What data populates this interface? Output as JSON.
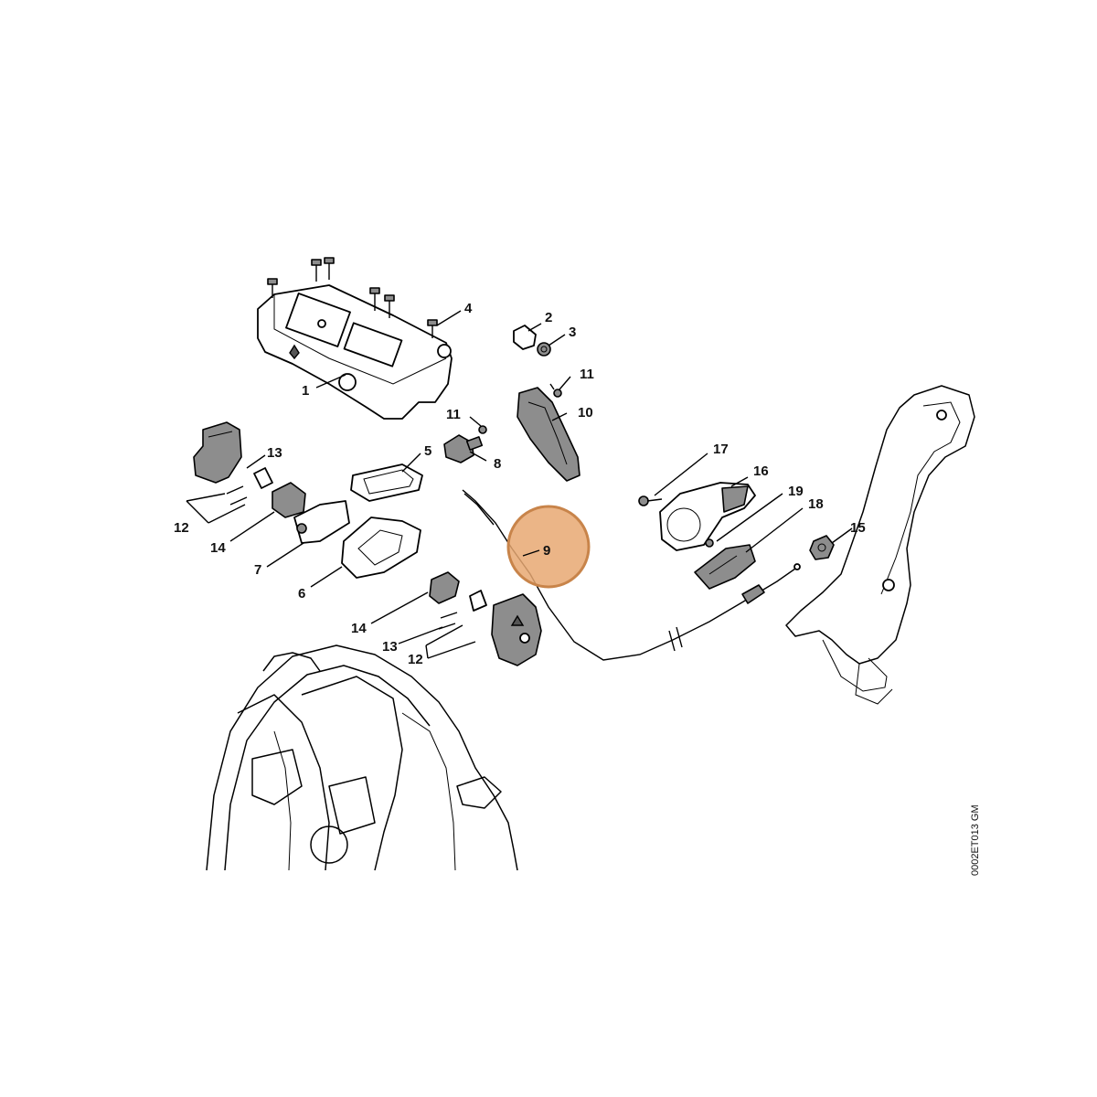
{
  "diagram_ref": "0002ET013 GM",
  "highlight": {
    "label": "9",
    "color": "#e8a872",
    "border_color": "#c8844a"
  },
  "callouts": [
    {
      "id": "c1",
      "text": "1"
    },
    {
      "id": "c2",
      "text": "2"
    },
    {
      "id": "c3",
      "text": "3"
    },
    {
      "id": "c4",
      "text": "4"
    },
    {
      "id": "c5",
      "text": "5"
    },
    {
      "id": "c6",
      "text": "6"
    },
    {
      "id": "c7",
      "text": "7"
    },
    {
      "id": "c8",
      "text": "8"
    },
    {
      "id": "c10",
      "text": "10"
    },
    {
      "id": "c11a",
      "text": "11"
    },
    {
      "id": "c11b",
      "text": "11"
    },
    {
      "id": "c12a",
      "text": "12"
    },
    {
      "id": "c12b",
      "text": "12"
    },
    {
      "id": "c13a",
      "text": "13"
    },
    {
      "id": "c13b",
      "text": "13"
    },
    {
      "id": "c14a",
      "text": "14"
    },
    {
      "id": "c14b",
      "text": "14"
    },
    {
      "id": "c15",
      "text": "15"
    },
    {
      "id": "c16",
      "text": "16"
    },
    {
      "id": "c17",
      "text": "17"
    },
    {
      "id": "c18",
      "text": "18"
    },
    {
      "id": "c19",
      "text": "19"
    }
  ]
}
